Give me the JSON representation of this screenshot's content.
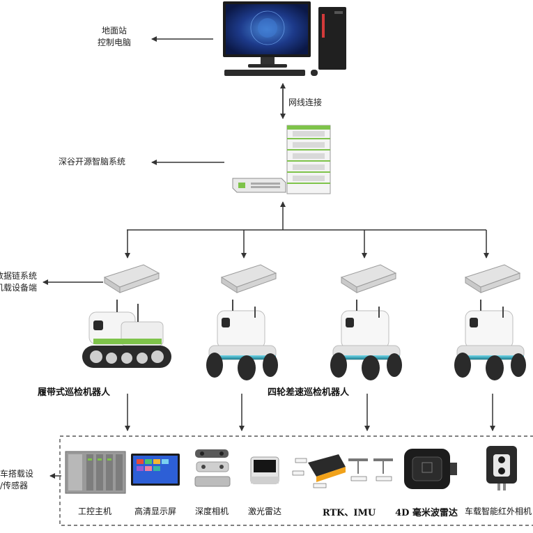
{
  "ground_station": {
    "line1": "地面站",
    "line2": "控制电脑"
  },
  "network": {
    "label": "网线连接"
  },
  "brain_system": {
    "label": "深谷开源智脑系统"
  },
  "datalink": {
    "line1": "数据链系统",
    "line2": "机载设备端"
  },
  "robots": {
    "tracked": "履带式巡检机器人",
    "wheeled": "四轮差速巡检机器人"
  },
  "onboard": {
    "line1": "车搭载设",
    "line2": "/传感器"
  },
  "devices": [
    {
      "label": "工控主机"
    },
    {
      "label": "高清显示屏"
    },
    {
      "label": "深度相机"
    },
    {
      "label": "激光雷达"
    },
    {
      "label": "RTK、IMU"
    },
    {
      "label": "4D 毫米波雷达"
    },
    {
      "label": "车载智能红外相机"
    }
  ],
  "colors": {
    "accent_green": "#7ec34a",
    "monitor_blue": "#1f3e8f",
    "line": "#333333"
  }
}
